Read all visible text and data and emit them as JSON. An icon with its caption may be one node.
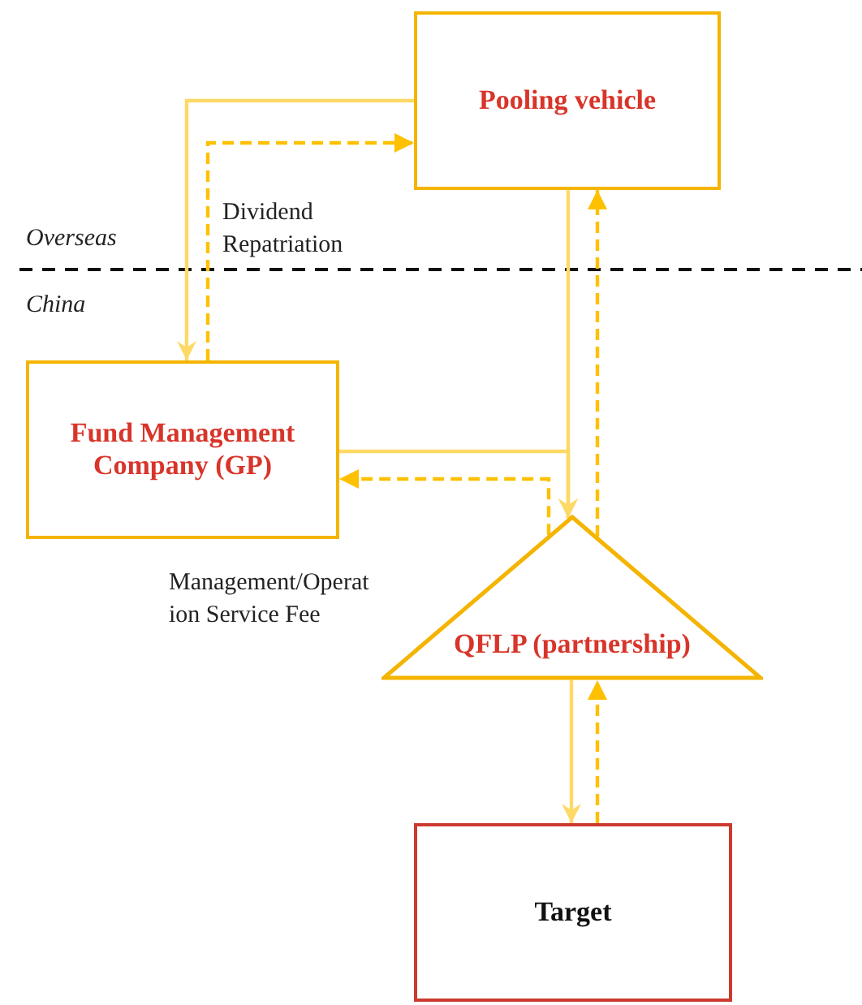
{
  "diagram": {
    "nodes": [
      {
        "text": [
          "Pooling vehicle"
        ]
      },
      {
        "text": [
          "Fund Management Company (GP)"
        ]
      },
      {
        "text": [
          "QFLP (partnership)"
        ]
      },
      {
        "text": [
          "Target"
        ]
      }
    ],
    "edges": [
      {
        "from": 0,
        "to": 1,
        "arrow": "to"
      },
      {
        "from": 1,
        "to": 0,
        "arrow": "to",
        "style": "dashed",
        "color": "#ffc000"
      },
      {
        "from": 0,
        "to": 2,
        "arrow": "to"
      },
      {
        "from": 1,
        "to": 2,
        "arrow": "to"
      },
      {
        "from": 2,
        "to": 0,
        "arrow": "to",
        "style": "dashed",
        "color": "#ffc000"
      },
      {
        "from": 2,
        "to": 1,
        "arrow": "to",
        "style": "dashed",
        "color": "#ffc000"
      },
      {
        "from": 2,
        "to": 3,
        "arrow": "to"
      },
      {
        "from": 3,
        "to": 2,
        "arrow": "to",
        "style": "dashed",
        "color": "#ffc000"
      }
    ],
    "labels": [
      "Dividend Repatriation",
      "Overseas",
      "China",
      "Management/Operation Service Fee"
    ]
  }
}
